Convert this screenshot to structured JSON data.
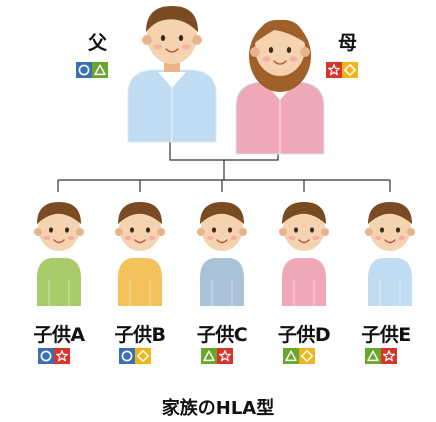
{
  "title": "家族のHLA型",
  "colors": {
    "circle": "#3a6fb5",
    "triangle": "#6aa62c",
    "star": "#d9342b",
    "diamond": "#f1b51b",
    "line": "#333333"
  },
  "parents": [
    {
      "key": "father",
      "label": "父",
      "hla": [
        "circle",
        "triangle"
      ],
      "shirt": "#bfdcf2",
      "hair": "#7a4a22"
    },
    {
      "key": "mother",
      "label": "母",
      "hla": [
        "star",
        "diamond"
      ],
      "shirt": "#f0a8b8",
      "hair": "#a0602a"
    }
  ],
  "children": [
    {
      "key": "a",
      "label": "子供A",
      "hla": [
        "circle",
        "star"
      ],
      "shirt": "#a8cc6a"
    },
    {
      "key": "b",
      "label": "子供B",
      "hla": [
        "circle",
        "diamond"
      ],
      "shirt": "#f4c25a"
    },
    {
      "key": "c",
      "label": "子供C",
      "hla": [
        "triangle",
        "star"
      ],
      "shirt": "#a9c2d8"
    },
    {
      "key": "d",
      "label": "子供D",
      "hla": [
        "triangle",
        "diamond"
      ],
      "shirt": "#f0a8b8"
    },
    {
      "key": "e",
      "label": "子供E",
      "hla": [
        "triangle",
        "star"
      ],
      "shirt": "#bfdcf2"
    }
  ]
}
